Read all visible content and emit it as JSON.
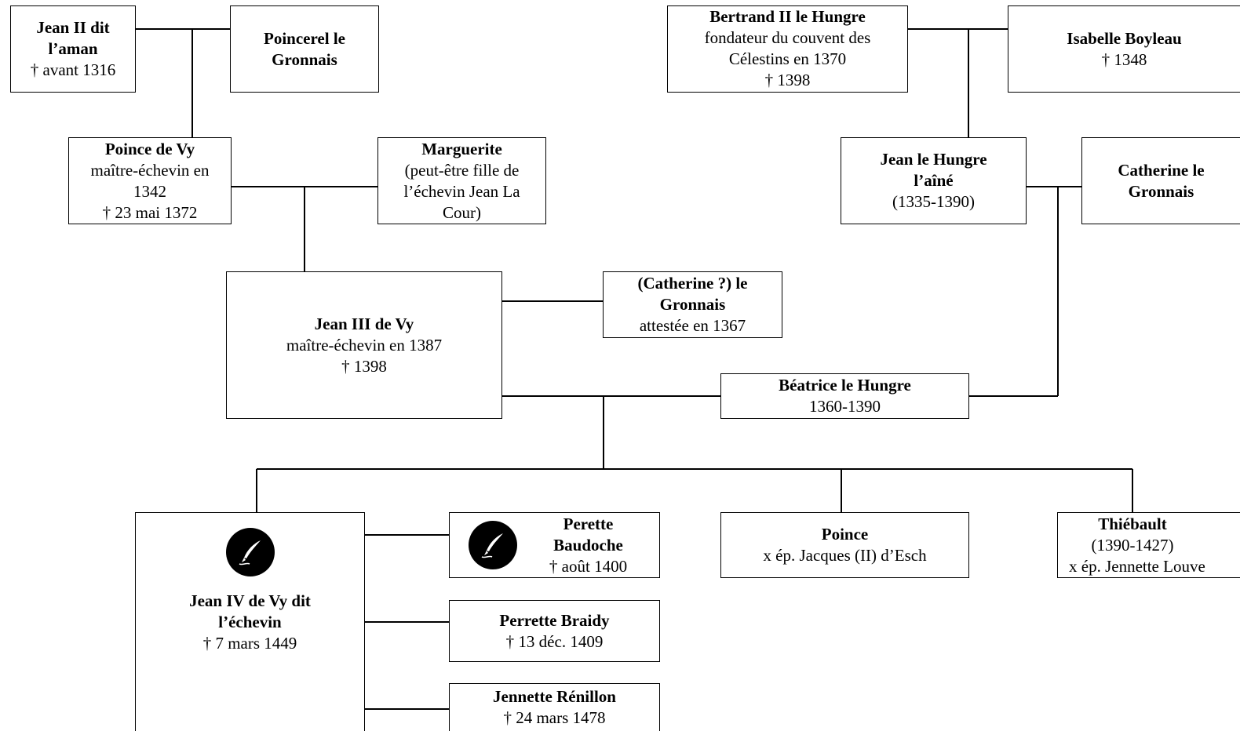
{
  "persons": {
    "jean2": {
      "name": "Jean II dit l’aman",
      "lines": [
        "† avant 1316"
      ]
    },
    "poincerel": {
      "name": "Poincerel le Gronnais",
      "lines": []
    },
    "bertrand": {
      "name": "Bertrand II le Hungre",
      "lines": [
        "fondateur du couvent des",
        "Célestins en 1370",
        "† 1398"
      ]
    },
    "isabelle": {
      "name": "Isabelle Boyleau",
      "lines": [
        "† 1348"
      ]
    },
    "poince_vy": {
      "name": "Poince de Vy",
      "lines": [
        "maître-échevin en",
        "1342",
        "† 23 mai 1372"
      ]
    },
    "marguerite": {
      "name": "Marguerite",
      "lines": [
        "(peut-être fille de",
        "l’échevin Jean La",
        "Cour)"
      ]
    },
    "jean_hungre": {
      "name": "Jean le Hungre l’aîné",
      "lines": [
        "(1335-1390)"
      ]
    },
    "catherine_gronnais": {
      "name": "Catherine le Gronnais",
      "lines": []
    },
    "jean3": {
      "name": "Jean III de Vy",
      "lines": [
        "maître-échevin en 1387",
        "† 1398"
      ]
    },
    "catherine_q": {
      "name": "(Catherine ?) le Gronnais",
      "lines": [
        "attestée en 1367"
      ]
    },
    "beatrice": {
      "name": "Béatrice le Hungre",
      "lines": [
        "1360-1390"
      ]
    },
    "jean4": {
      "name": "Jean IV de Vy dit l’échevin",
      "lines": [
        "† 7 mars 1449"
      ],
      "icon": "quill-pen-icon"
    },
    "perette": {
      "name": "Perette Baudoche",
      "lines": [
        "† août 1400"
      ],
      "icon": "quill-pen-icon"
    },
    "perrette_braidy": {
      "name": "Perrette Braidy",
      "lines": [
        "† 13 déc. 1409"
      ]
    },
    "jennette": {
      "name": "Jennette Rénillon",
      "lines": [
        "† 24 mars 1478"
      ]
    },
    "poince": {
      "name": "Poince",
      "lines": [
        "x ép. Jacques (II) d’Esch"
      ]
    },
    "thiebault": {
      "name": "Thiébault",
      "lines": [
        "(1390-1427)",
        "x ép. Jennette Louve"
      ]
    }
  }
}
